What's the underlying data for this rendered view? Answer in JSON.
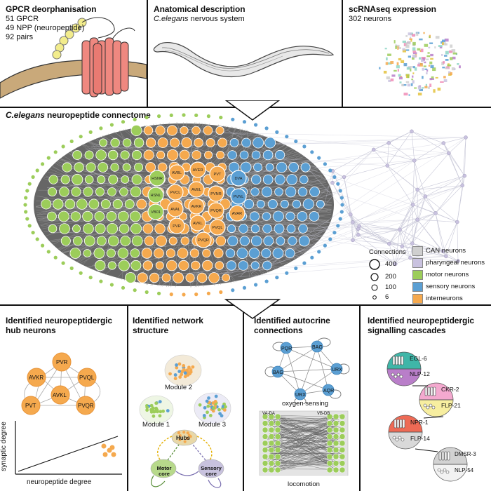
{
  "panel_gpcr": {
    "title": "GPCR deorphanisation",
    "lines": [
      "51 GPCR",
      "49 NPP (neuropeptide)",
      "92 pairs"
    ]
  },
  "panel_anatomy": {
    "title": "Anatomical description",
    "subtitle_italic": "C.elegans",
    "subtitle_rest": " nervous system"
  },
  "panel_scrna": {
    "title": "scRNAseq expression",
    "subtitle": "302 neurons"
  },
  "connectome": {
    "title_italic": "C.elegans",
    "title_rest": " neuropeptide connectome",
    "hub_labels": [
      "HSNR",
      "AVBL",
      "AVER",
      "PVT",
      "DVA",
      "HSNL",
      "PVCL",
      "AVEL",
      "PVNR",
      "PVNL",
      "VB01",
      "AVAL",
      "AVKR",
      "PVQR",
      "PVR",
      "AVKL",
      "PVQL",
      "AVAR",
      "PVQR"
    ]
  },
  "connections_legend": {
    "title": "Connections",
    "items": [
      "400",
      "200",
      "100",
      "6"
    ]
  },
  "category_legend": {
    "items": [
      {
        "label": "CAN neurons",
        "color": "#cfcfcf"
      },
      {
        "label": "pharyngeal neurons",
        "color": "#c9c2df"
      },
      {
        "label": "motor neurons",
        "color": "#9ccd5a"
      },
      {
        "label": "sensory neurons",
        "color": "#5b9fd3"
      },
      {
        "label": "interneurons",
        "color": "#f5a94e"
      }
    ]
  },
  "panel_hubs": {
    "title_line1": "Identified neuropeptidergic",
    "title_line2": "hub neurons",
    "nodes": [
      "PVR",
      "AVKR",
      "PVQL",
      "AVKL",
      "PVT",
      "PVQR"
    ],
    "ylabel": "synaptic degree",
    "xlabel": "neuropeptide degree"
  },
  "panel_network": {
    "title_line1": "Identified network",
    "title_line2": "structure",
    "modules": [
      "Module 2",
      "Module 1",
      "Module 3"
    ],
    "cores": [
      "Hubs",
      "Motor core",
      "Sensory core"
    ]
  },
  "panel_autocrine": {
    "title_line1": "Identified autocrine",
    "title_line2": "connections",
    "nodes": [
      "PQR",
      "BAG",
      "BAG",
      "URX",
      "URX",
      "AQR"
    ],
    "caption1": "oxygen sensing",
    "va_da": "VA-DA",
    "vb_db": "VB-DB",
    "caption2": "locomotion"
  },
  "panel_cascades": {
    "title_line1": "Identified neuropeptidergic",
    "title_line2": "signalling cascades",
    "pairs": [
      {
        "receptor": "EGL-6",
        "peptide": "NLP-12",
        "top": "#3fb6a8",
        "bottom": "#b97ec9"
      },
      {
        "receptor": "CKR-2",
        "peptide": "FLP-21",
        "top": "#f4a9cf",
        "bottom": "#f7eea0"
      },
      {
        "receptor": "NPR-1",
        "peptide": "FLP-14",
        "top": "#ee6a55",
        "bottom": "#d9d9d9"
      },
      {
        "receptor": "DMSR-3",
        "peptide": "NLP-54",
        "top": "#d2d2d2",
        "bottom": "#f2f2f2"
      }
    ]
  },
  "colors": {
    "interneuron": "#f5a94e",
    "motor": "#9ccd5a",
    "sensory": "#5b9fd3",
    "pharyngeal": "#c9c2df",
    "can": "#cfcfcf",
    "receptor": "#ef8880",
    "peptide": "#f2ec8c"
  }
}
